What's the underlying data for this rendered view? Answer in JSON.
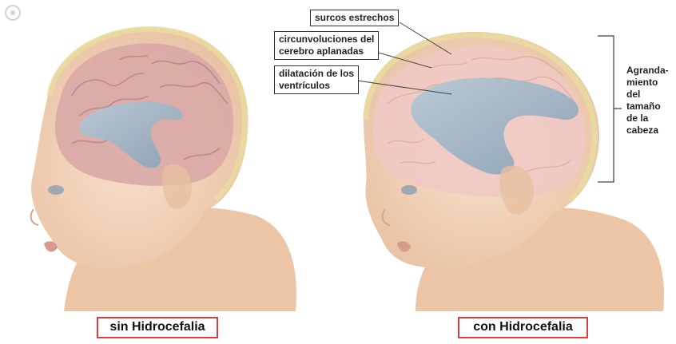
{
  "labels": {
    "narrow_sulci": "surcos estrechos",
    "flattened_gyri_line1": "circunvoluciones del",
    "flattened_gyri_line2": "cerebro aplanadas",
    "ventricle_dilation_line1": "dilatación de los",
    "ventricle_dilation_line2": "ventrículos",
    "head_enlargement_lines": [
      "Agranda-",
      "miento",
      "del",
      "tamaño",
      "de la",
      "cabeza"
    ]
  },
  "captions": {
    "left": "sin Hidrocefalia",
    "right": "con Hidrocefalia"
  },
  "colors": {
    "caption_border": "#e23b3b",
    "skin": "#f1d2b8",
    "brain_normal": "#d9aaa8",
    "brain_hydro": "#efc6c2",
    "ventricle": "#9fb5c4"
  }
}
